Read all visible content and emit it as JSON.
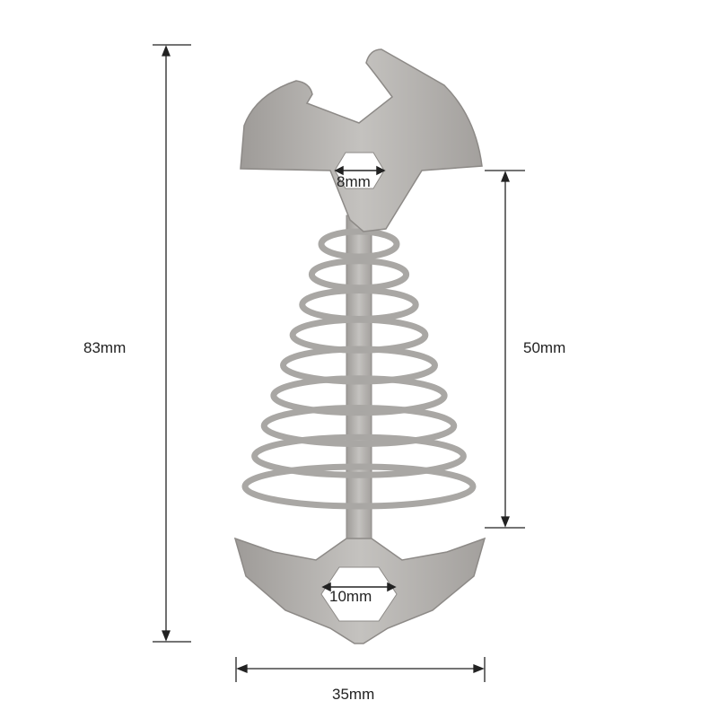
{
  "dimensions": {
    "total_length": "83mm",
    "spring_length": "50mm",
    "width": "35mm",
    "top_hex": "8mm",
    "bottom_hex": "10mm"
  },
  "colors": {
    "metal": "#b3b1ae",
    "metal_dark": "#8d8a87",
    "line": "#222222"
  }
}
